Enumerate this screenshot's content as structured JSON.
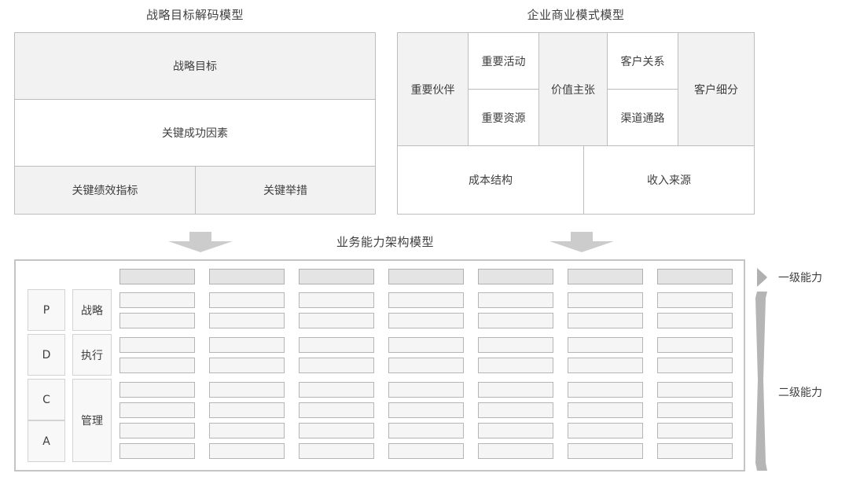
{
  "panels": {
    "strategy": {
      "title": "战略目标解码模型",
      "rows": [
        {
          "cells": [
            {
              "label": "战略目标",
              "style": "tint"
            }
          ]
        },
        {
          "cells": [
            {
              "label": "关键成功因素",
              "style": "white"
            }
          ]
        },
        {
          "cells": [
            {
              "label": "关键绩效指标",
              "style": "tint"
            },
            {
              "label": "关键举措",
              "style": "tint"
            }
          ]
        }
      ]
    },
    "business_model": {
      "title": "企业商业模式模型",
      "cells": [
        {
          "label": "重要伙伴",
          "name": "key-partners"
        },
        {
          "label": "重要活动",
          "name": "key-activities"
        },
        {
          "label": "重要资源",
          "name": "key-resources"
        },
        {
          "label": "价值主张",
          "name": "value-propositions"
        },
        {
          "label": "客户关系",
          "name": "customer-relationships"
        },
        {
          "label": "渠道通路",
          "name": "channels"
        },
        {
          "label": "客户细分",
          "name": "customer-segments"
        },
        {
          "label": "成本结构",
          "name": "cost-structure"
        },
        {
          "label": "收入来源",
          "name": "revenue-streams"
        }
      ]
    },
    "capability": {
      "title": "业务能力架构模型",
      "pdca": [
        {
          "label": "P"
        },
        {
          "label": "D"
        },
        {
          "label": "C"
        },
        {
          "label": "A"
        }
      ],
      "layers": [
        {
          "label": "战略",
          "span": 1
        },
        {
          "label": "执行",
          "span": 1
        },
        {
          "label": "管理",
          "span": 2
        }
      ],
      "columns": 7,
      "header_row_count": 1,
      "body_row_count": 8,
      "legend": [
        {
          "label": "一级能力",
          "marker": "triangle-right-icon"
        },
        {
          "label": "二级能力",
          "marker": "tall-bracket-icon"
        }
      ]
    }
  },
  "arrows": [
    {
      "name": "down-arrow-left"
    },
    {
      "name": "down-arrow-right"
    }
  ],
  "colors": {
    "border": "#bdbdbd",
    "fill_tint": "#f2f2f2",
    "fill_white": "#ffffff",
    "header_fill": "#e4e4e4",
    "cell_fill": "#f5f5f5",
    "arrow_fill": "#cccccc",
    "text": "#3f3f3f"
  }
}
